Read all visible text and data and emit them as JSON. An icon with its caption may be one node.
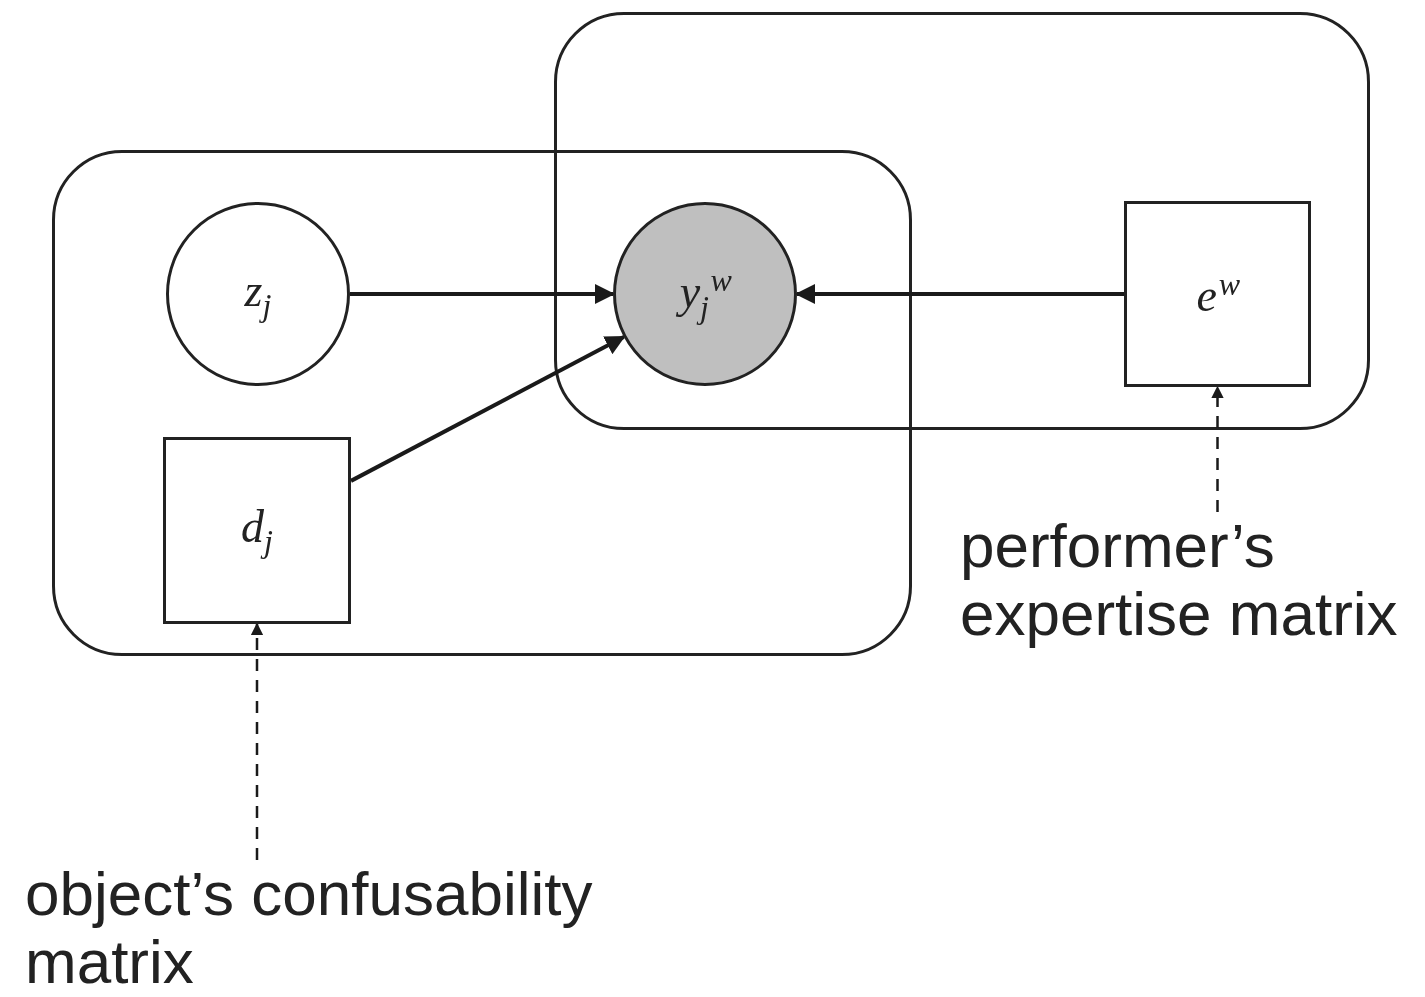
{
  "diagram": {
    "nodes": [
      {
        "text": [],
        "shape": "box"
      },
      {
        "text": [],
        "shape": "box"
      },
      {
        "text": [
          "z$_{j}$"
        ],
        "in": 0
      },
      {
        "text": [
          "y$_{j}$$^{w}$"
        ]
      },
      {
        "text": [
          "e$^{w}$"
        ],
        "in": 1
      },
      {
        "text": [
          "d$_{j}$"
        ],
        "in": 0
      },
      {
        "text": [
          "performer’s expertise matrix"
        ]
      },
      {
        "text": [
          "object’s confusability matrix"
        ]
      }
    ],
    "edges": [
      {
        "from": 2,
        "to": 3,
        "arrow": "to"
      },
      {
        "from": 4,
        "to": 3,
        "arrow": "to"
      },
      {
        "from": 5,
        "to": 3,
        "arrow": "to"
      },
      {
        "from": 6,
        "to": 4,
        "arrow": "to",
        "style": "dashed"
      },
      {
        "from": 7,
        "to": 5,
        "arrow": "to",
        "style": "dashed"
      }
    ]
  }
}
